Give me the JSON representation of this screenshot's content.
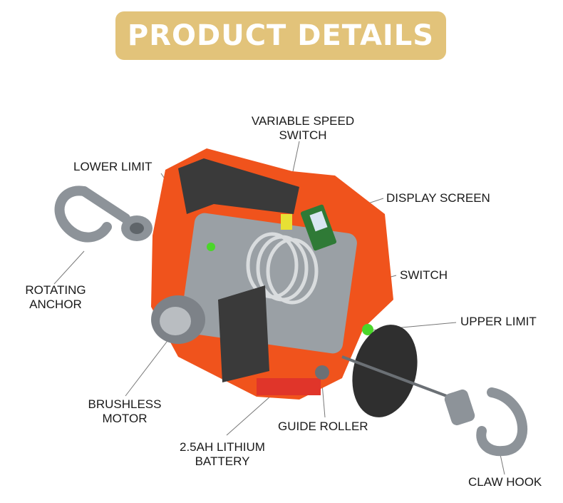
{
  "banner": {
    "title": "PRODUCT DETAILS"
  },
  "labels": {
    "variable_speed_line1": "VARIABLE SPEED",
    "variable_speed_line2": "SWITCH",
    "lower_limit": "LOWER LIMIT",
    "display_screen": "DISPLAY SCREEN",
    "switch": "SWITCH",
    "rotating_anchor_line1": "ROTATING",
    "rotating_anchor_line2": "ANCHOR",
    "upper_limit": "UPPER LIMIT",
    "brushless_motor_line1": "BRUSHLESS",
    "brushless_motor_line2": "MOTOR",
    "guide_roller": "GUIDE ROLLER",
    "battery_line1": "2.5AH LITHIUM",
    "battery_line2": "BATTERY",
    "claw_hook": "CLAW HOOK"
  },
  "colors": {
    "banner": "#e2c37a",
    "housing": "#f0531c",
    "metal": "#8d9399",
    "dark": "#3a3a3a",
    "indicator_green": "#4bd62a"
  }
}
